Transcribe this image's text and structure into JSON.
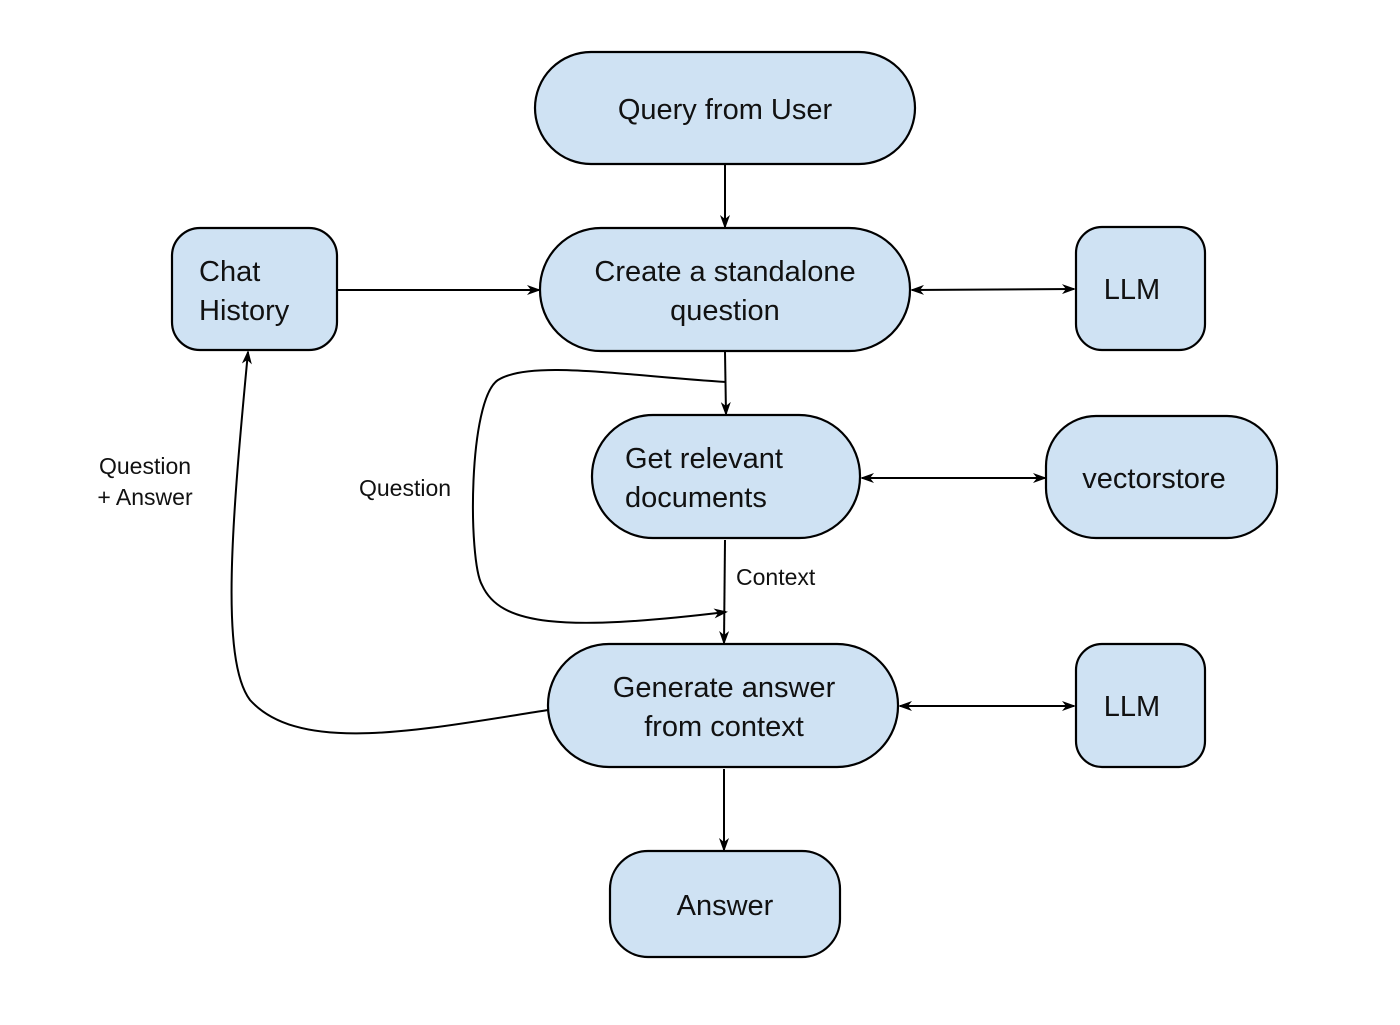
{
  "diagram": {
    "node_fill": "#cfe2f3",
    "stroke": "#000000",
    "nodes": {
      "query": {
        "line1": "Query from User"
      },
      "standalone": {
        "line1": "Create a standalone",
        "line2": "question"
      },
      "chat_history": {
        "line1": "Chat",
        "line2": "History"
      },
      "llm_top": {
        "line1": "LLM"
      },
      "get_docs": {
        "line1": "Get relevant",
        "line2": "documents"
      },
      "vectorstore": {
        "line1": "vectorstore"
      },
      "generate": {
        "line1": "Generate answer",
        "line2": "from context"
      },
      "llm_bottom": {
        "line1": "LLM"
      },
      "answer": {
        "line1": "Answer"
      }
    },
    "edge_labels": {
      "question_answer_1": "Question",
      "question_answer_2": "+ Answer",
      "question": "Question",
      "context": "Context"
    }
  }
}
